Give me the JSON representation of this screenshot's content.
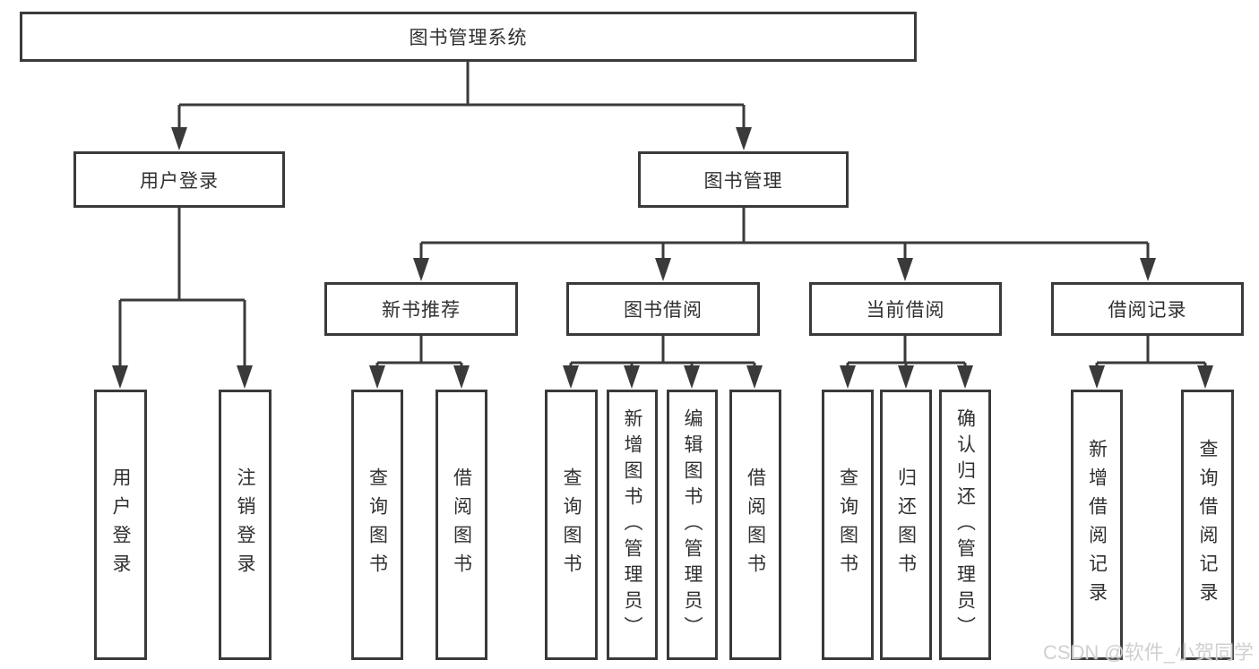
{
  "diagram": {
    "type": "hierarchy-tree",
    "root": {
      "label": "图书管理系统"
    },
    "branches": [
      {
        "label": "用户登录",
        "children": [
          {
            "label": "用户登录"
          },
          {
            "label": "注销登录"
          }
        ]
      },
      {
        "label": "图书管理",
        "children": [
          {
            "label": "新书推荐",
            "children": [
              {
                "label": "查询图书"
              },
              {
                "label": "借阅图书"
              }
            ]
          },
          {
            "label": "图书借阅",
            "children": [
              {
                "label": "查询图书"
              },
              {
                "label": "新增图书（管理员）"
              },
              {
                "label": "编辑图书（管理员）"
              },
              {
                "label": "借阅图书"
              }
            ]
          },
          {
            "label": "当前借阅",
            "children": [
              {
                "label": "查询图书"
              },
              {
                "label": "归还图书"
              },
              {
                "label": "确认归还（管理员）"
              }
            ]
          },
          {
            "label": "借阅记录",
            "children": [
              {
                "label": "新增借阅记录"
              },
              {
                "label": "查询借阅记录"
              }
            ]
          }
        ]
      }
    ]
  },
  "watermark": {
    "text": "CSDN @软件_小贺同学"
  },
  "colors": {
    "line": "#3a3a3a",
    "box_border": "#3a3a3a",
    "text": "#303030",
    "watermark": "#cdcdcd",
    "background": "#ffffff"
  }
}
